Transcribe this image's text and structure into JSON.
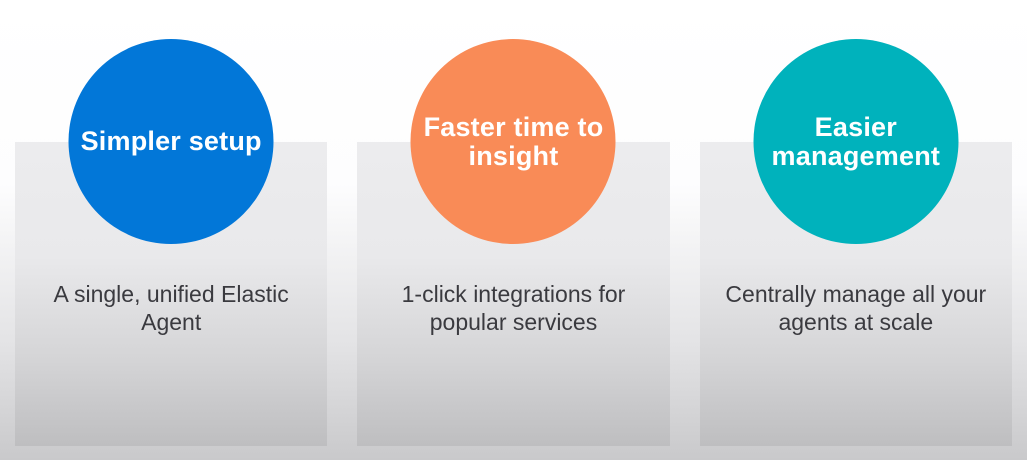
{
  "page": {
    "background_top_color": "#ffffff",
    "background_bottom_color": "#c9c9cb",
    "card_background_top_color": "#ececee",
    "card_background_bottom_color": "#bebec0",
    "description_text_color": "#3a3a3f",
    "title_text_color": "#ffffff"
  },
  "cards": [
    {
      "title": "Simpler setup",
      "circle_color": "#0277d8",
      "description": "A single, unified Elastic\nAgent"
    },
    {
      "title": "Faster time to\ninsight",
      "circle_color": "#f98b57",
      "description": "1-click integrations for\npopular services"
    },
    {
      "title": "Easier\nmanagement",
      "circle_color": "#00b2bc",
      "description": "Centrally manage all your\nagents at scale"
    }
  ]
}
